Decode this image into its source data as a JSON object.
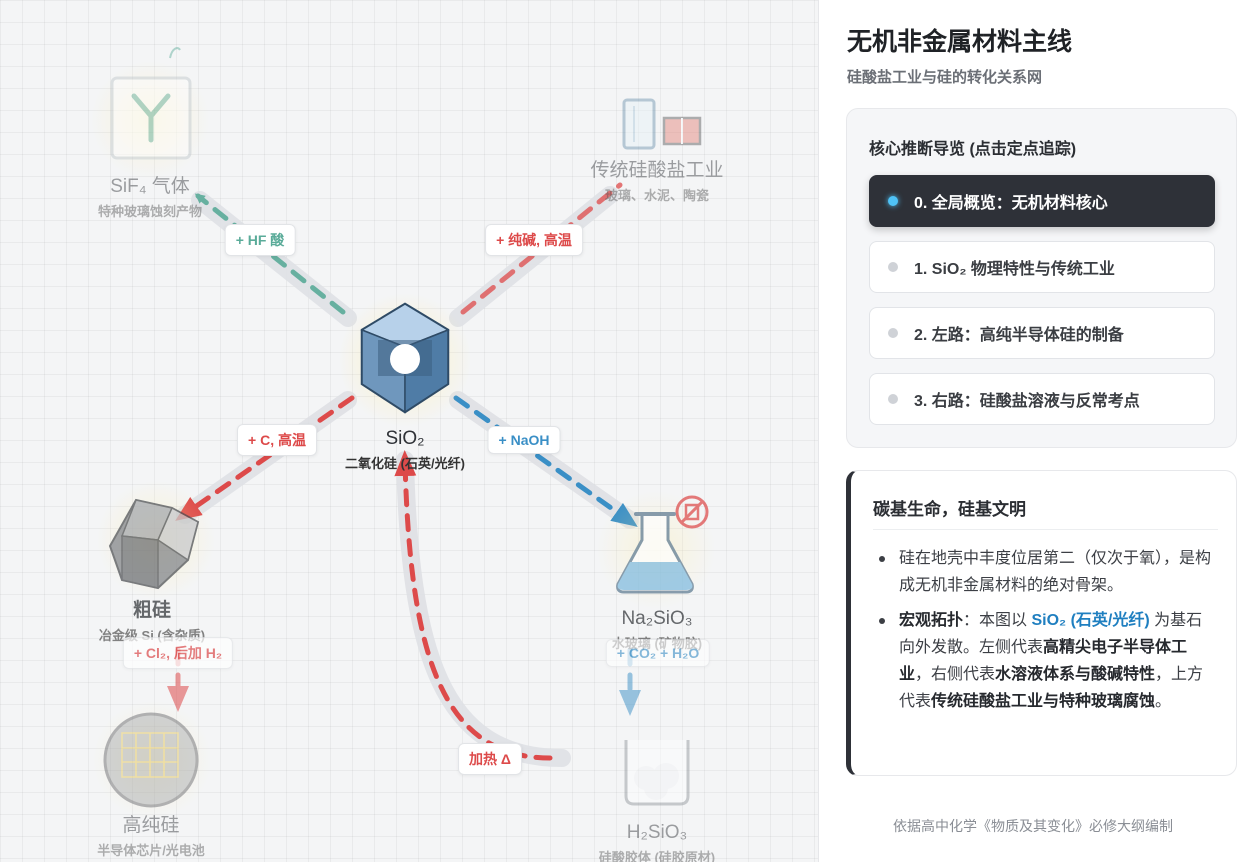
{
  "nodes": {
    "sio2": {
      "name": "SiO₂",
      "sub": "二氧化硅 (石英/光纤)"
    },
    "sif4": {
      "name": "SiF₄ 气体",
      "sub": "特种玻璃蚀刻产物"
    },
    "silicate_industry": {
      "name": "传统硅酸盐工业",
      "sub": "玻璃、水泥、陶瓷"
    },
    "crude_si": {
      "name": "粗硅",
      "sub": "冶金级 Si (含杂质)"
    },
    "pure_si": {
      "name": "高纯硅",
      "sub": "半导体芯片/光电池"
    },
    "na2sio3": {
      "name": "Na₂SiO₃",
      "sub": "水玻璃 (矿物胶)"
    },
    "h2sio3": {
      "name": "H₂SiO₃",
      "sub": "硅酸胶体 (硅胶原材)"
    }
  },
  "edge_labels": {
    "hf": "+ HF 酸",
    "soda": "+ 纯碱, 高温",
    "carbon": "+ C, 高温",
    "naoh": "+ NaOH",
    "cl2": "+ Cl₂, 后加 H₂",
    "co2": "+ CO₂ + H₂O",
    "heat": "加热 Δ"
  },
  "panel": {
    "title": "无机非金属材料主线",
    "subtitle": "硅酸盐工业与硅的转化关系网",
    "guide_title": "核心推断导览 (点击定点追踪)",
    "steps": [
      "0. 全局概览：无机材料核心",
      "1. SiO₂ 物理特性与传统工业",
      "2. 左路：高纯半导体硅的制备",
      "3. 右路：硅酸盐溶液与反常考点"
    ],
    "active_step": 0,
    "info_title": "碳基生命，硅基文明",
    "bullet1": "硅在地壳中丰度位居第二（仅次于氧），是构成无机非金属材料的绝对骨架。",
    "bullet2": {
      "lead": "宏观拓扑",
      "t1": "：本图以 ",
      "hl": "SiO₂ (石英/光纤)",
      "t2": " 为基石向外发散。左侧代表",
      "b1": "高精尖电子半导体工业",
      "t3": "，右侧代表",
      "b2": "水溶液体系与酸碱特性",
      "t4": "，上方代表",
      "b3": "传统硅酸盐工业与特种玻璃腐蚀",
      "t5": "。"
    },
    "footer": "依据高中化学《物质及其变化》必修大纲编制"
  },
  "colors": {
    "green": "#5aab99",
    "red": "#dd4a4a",
    "blue": "#3a8fc6",
    "panel_dark": "#2e3138",
    "active_dot": "#4fc3f7"
  }
}
